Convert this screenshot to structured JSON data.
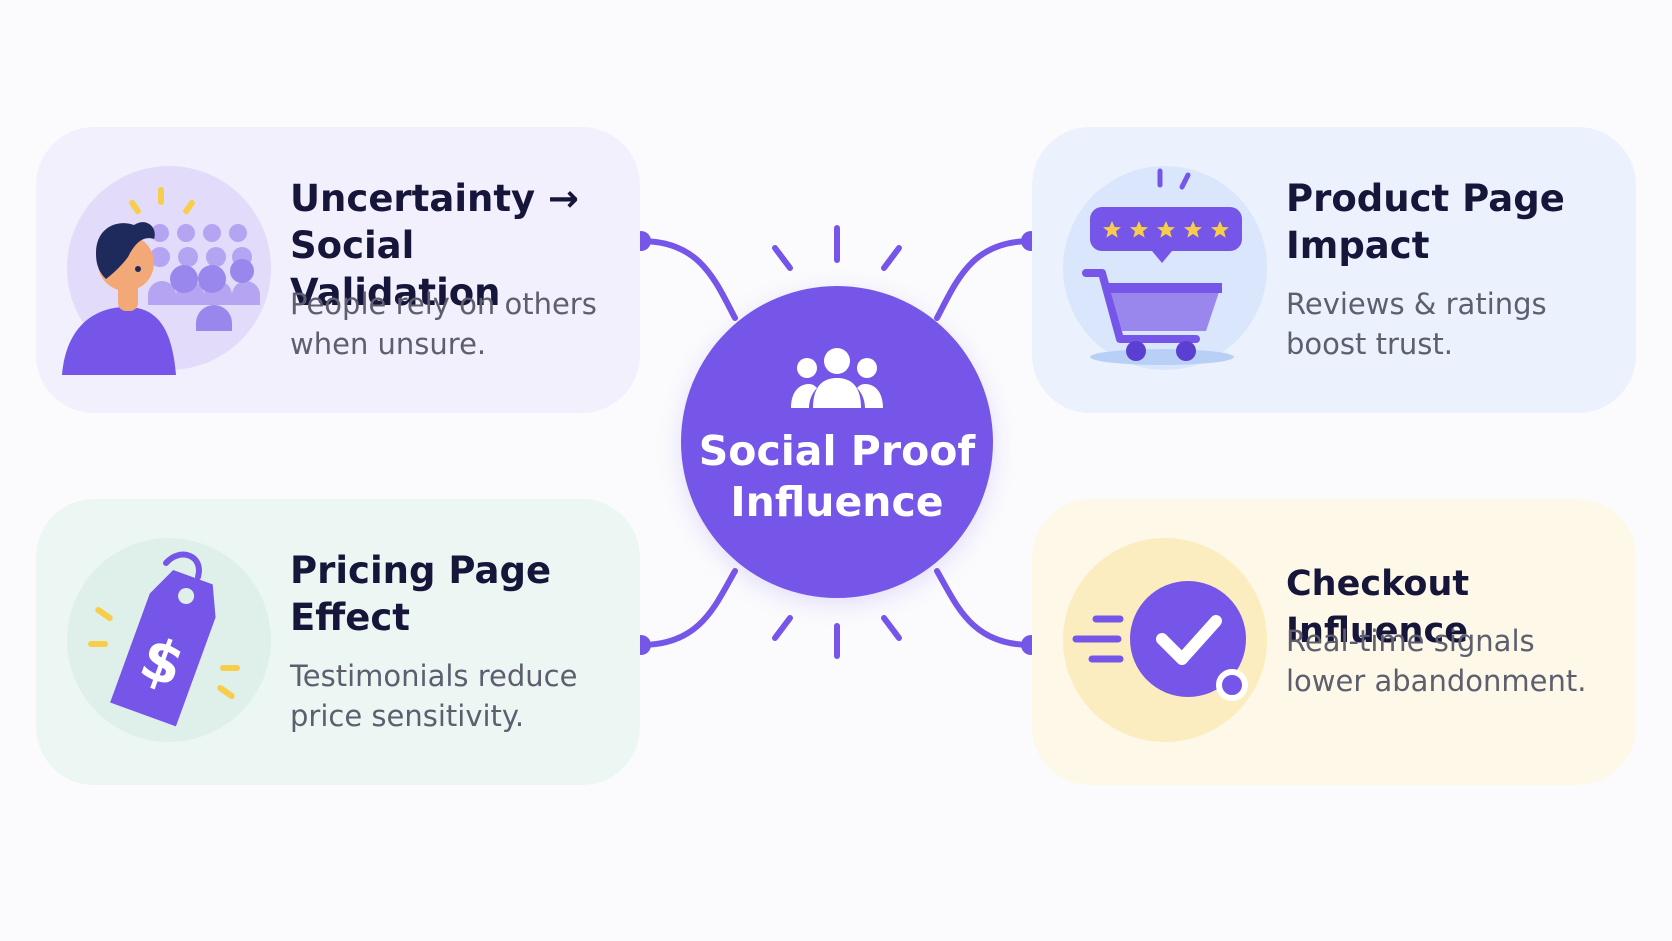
{
  "hub": {
    "title_line1": "Social Proof",
    "title_line2": "Influence",
    "icon": "people-group-icon"
  },
  "cards": {
    "uncertainty": {
      "title_line1": "Uncertainty →",
      "title_line2": "Social Validation",
      "desc_line1": "People rely on others",
      "desc_line2": "when unsure.",
      "icon": "person-crowd-illustration"
    },
    "product_page": {
      "title_line1": "Product Page",
      "title_line2": "Impact",
      "desc_line1": "Reviews & ratings",
      "desc_line2": "boost trust.",
      "icon": "shopping-cart-rating-illustration"
    },
    "pricing_page": {
      "title_line1": "Pricing Page",
      "title_line2": "Effect",
      "desc_line1": "Testimonials reduce",
      "desc_line2": "price sensitivity.",
      "icon": "price-tag-illustration"
    },
    "checkout": {
      "title_line1": "Checkout Influence",
      "desc_line1": "Real-time signals",
      "desc_line2": "lower abandonment.",
      "icon": "checkmark-illustration"
    }
  },
  "colors": {
    "accent": "#7656e8",
    "text_dark": "#16163a",
    "text_muted": "#5d5f6f",
    "card_lavender": "#f2f0fc",
    "card_blue": "#ebf2fd",
    "card_mint": "#ecf7f4",
    "card_cream": "#fef8e9",
    "star_yellow": "#f7cd4a"
  }
}
